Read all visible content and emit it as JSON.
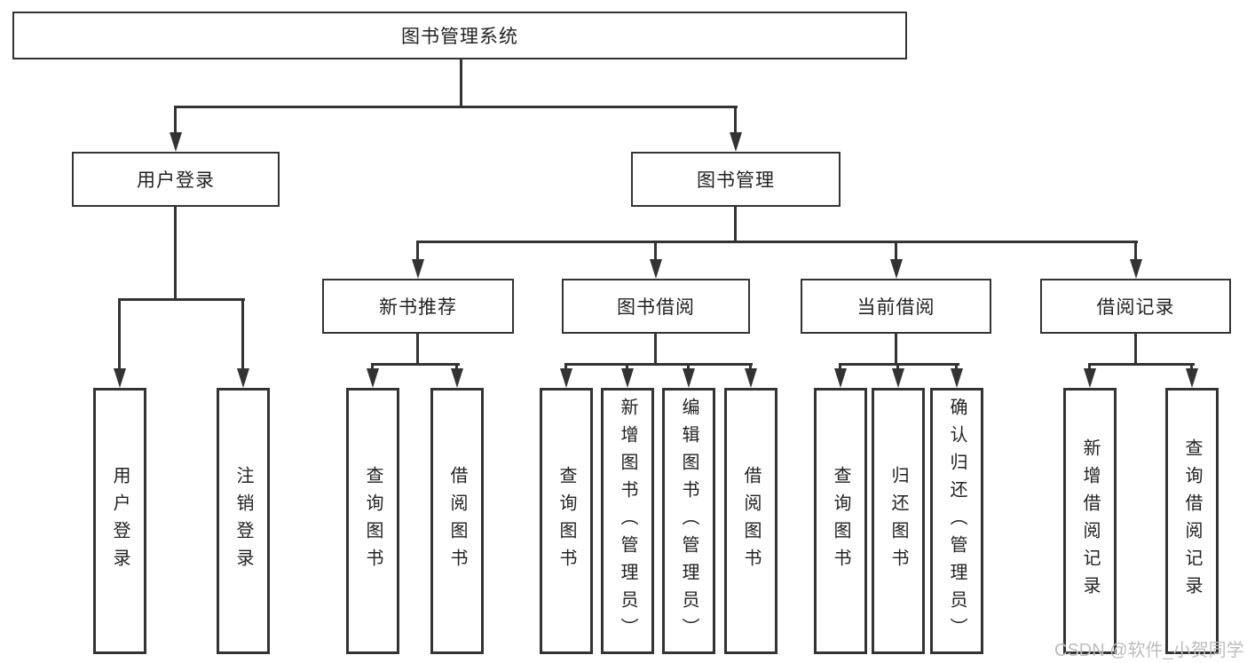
{
  "diagram": {
    "root": "图书管理系统",
    "level2": [
      "用户登录",
      "图书管理"
    ],
    "level3": [
      "新书推荐",
      "图书借阅",
      "当前借阅",
      "借阅记录"
    ],
    "leaves": {
      "login": [
        "用户登录",
        "注销登录"
      ],
      "recommend": [
        "查询图书",
        "借阅图书"
      ],
      "borrow": [
        "查询图书",
        "新增图书（管理员）",
        "编辑图书（管理员）",
        "借阅图书"
      ],
      "current": [
        "查询图书",
        "归还图书",
        "确认归还（管理员）"
      ],
      "records": [
        "新增借阅记录",
        "查询借阅记录"
      ]
    }
  },
  "watermark": "CSDN @软件_小贺同学",
  "colors": {
    "line": "#333333",
    "text": "#222222",
    "watermark": "#bdbdbd"
  }
}
